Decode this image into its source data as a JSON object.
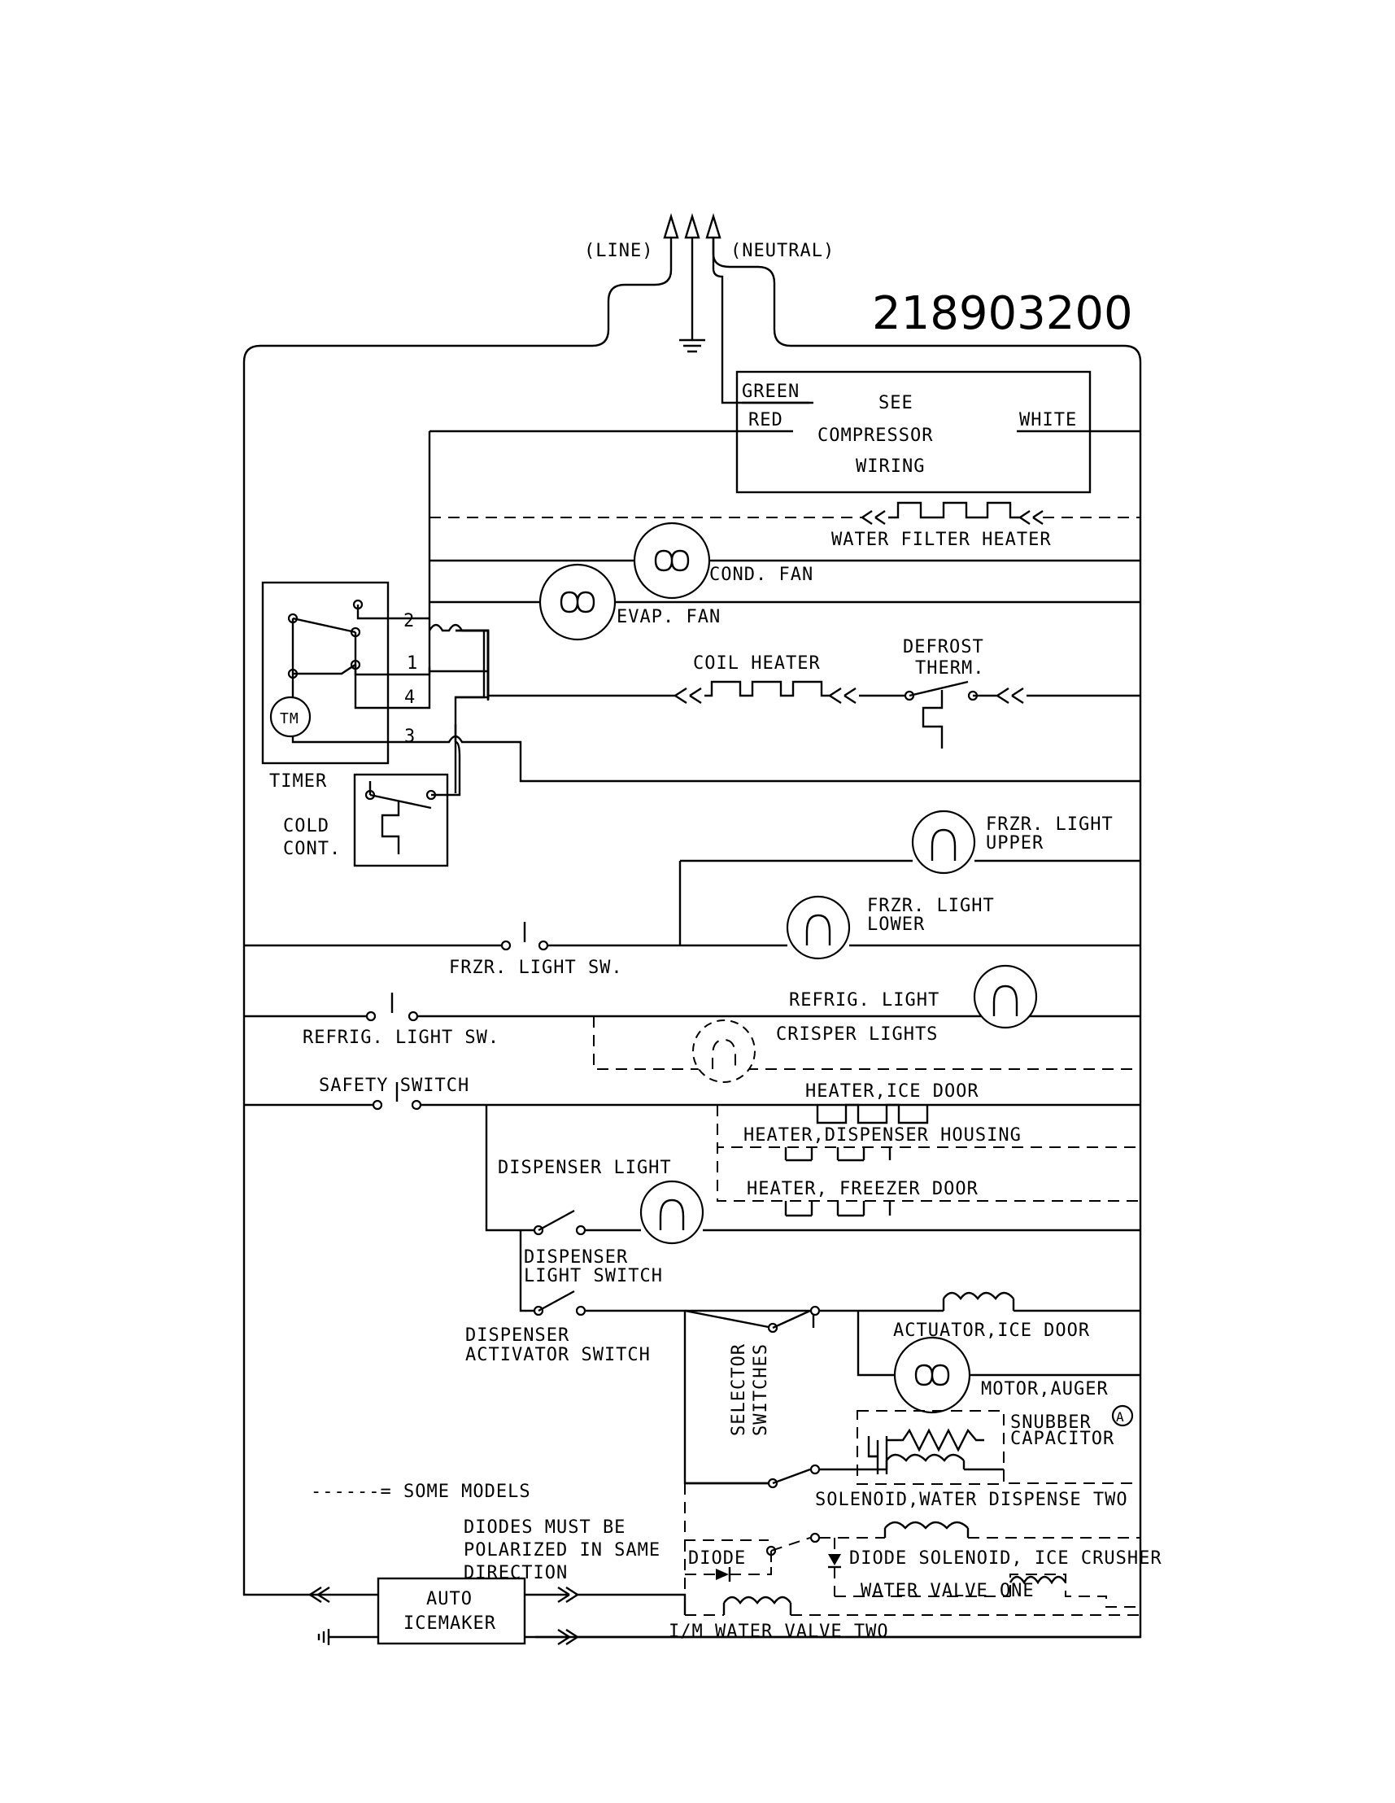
{
  "diagram_number": "218903200",
  "labels": {
    "line": "(LINE)",
    "neutral": "(NEUTRAL)",
    "green": "GREEN",
    "red": "RED",
    "white": "WHITE",
    "see": "SEE",
    "compressor": "COMPRESSOR",
    "wiring": "WIRING",
    "water_filter_heater": "WATER FILTER HEATER",
    "cond_fan": "COND. FAN",
    "evap_fan": "EVAP. FAN",
    "coil_heater": "COIL HEATER",
    "defrost_therm_1": "DEFROST",
    "defrost_therm_2": "THERM.",
    "timer": "TIMER",
    "tm": "TM",
    "t2": "2",
    "t1": "1",
    "t4": "4",
    "t3": "3",
    "cold_cont_1": "COLD",
    "cold_cont_2": "CONT.",
    "frzr_light_upper_1": "FRZR. LIGHT",
    "frzr_light_upper_2": "UPPER",
    "frzr_light_lower_1": "FRZR. LIGHT",
    "frzr_light_lower_2": "LOWER",
    "frzr_light_sw": "FRZR. LIGHT SW.",
    "refrig_light": "REFRIG. LIGHT",
    "refrig_light_sw": "REFRIG. LIGHT SW.",
    "crisper_lights": "CRISPER LIGHTS",
    "safety_switch": "SAFETY SWITCH",
    "heater_ice_door": "HEATER,ICE DOOR",
    "heater_dispenser_housing": "HEATER,DISPENSER HOUSING",
    "heater_freezer_door": "HEATER, FREEZER DOOR",
    "dispenser_light": "DISPENSER LIGHT",
    "dispenser_light_switch_1": "DISPENSER",
    "dispenser_light_switch_2": "LIGHT SWITCH",
    "dispenser_activator_1": "DISPENSER",
    "dispenser_activator_2": "ACTIVATOR SWITCH",
    "selector_switches_1": "SELECTOR",
    "selector_switches_2": "SWITCHES",
    "actuator_ice_door": "ACTUATOR,ICE DOOR",
    "motor_auger": "MOTOR,AUGER",
    "snubber_1": "SNUBBER",
    "snubber_2": "CAPACITOR",
    "circle_a": "A",
    "solenoid_two": "SOLENOID,WATER DISPENSE TWO",
    "some_models": "------= SOME MODELS",
    "diodes_note_1": "DIODES MUST BE",
    "diodes_note_2": "POLARIZED IN SAME",
    "diodes_note_3": "DIRECTION",
    "diode_left": "DIODE",
    "diode_solenoid_ice_crusher": "DIODE SOLENOID, ICE CRUSHER",
    "water_valve_one": "WATER VALVE ONE",
    "im_water_valve_two": "I/M WATER VALVE TWO",
    "auto_icemaker_1": "AUTO",
    "auto_icemaker_2": "ICEMAKER"
  }
}
